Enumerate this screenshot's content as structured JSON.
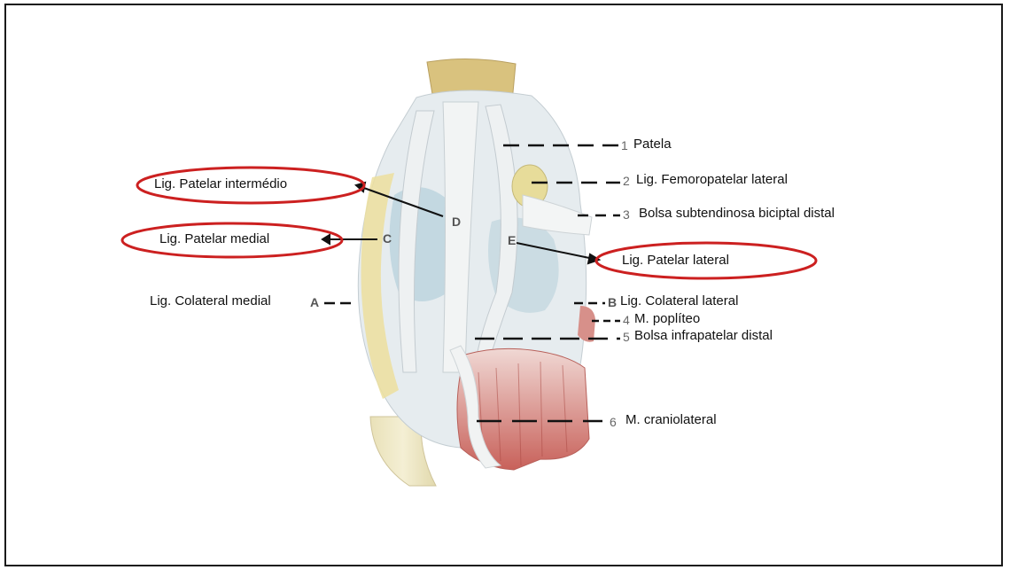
{
  "title": "",
  "numbers": {
    "n1": "1",
    "n2": "2",
    "n3": "3",
    "n4": "4",
    "n5": "5",
    "n6": "6"
  },
  "letters": {
    "a": "A",
    "b": "B",
    "c": "C",
    "d": "D",
    "e": "E"
  },
  "labels": {
    "patela": "Patela",
    "femoropatelar_lateral": "Lig. Femoropatelar lateral",
    "bolsa_subtendinosa": "Bolsa subtendinosa biciptal distal",
    "patelar_intermedio": "Lig. Patelar intermédio",
    "patelar_medial": "Lig. Patelar medial",
    "patelar_lateral": "Lig. Patelar lateral",
    "colateral_medial": "Lig. Colateral medial",
    "colateral_lateral": "Lig. Colateral lateral",
    "popliteo": "M. poplíteo",
    "bolsa_infrapatelar": "Bolsa infrapatelar distal",
    "craniolateral": "M. craniolateral"
  },
  "highlight_color": "#cc2020"
}
